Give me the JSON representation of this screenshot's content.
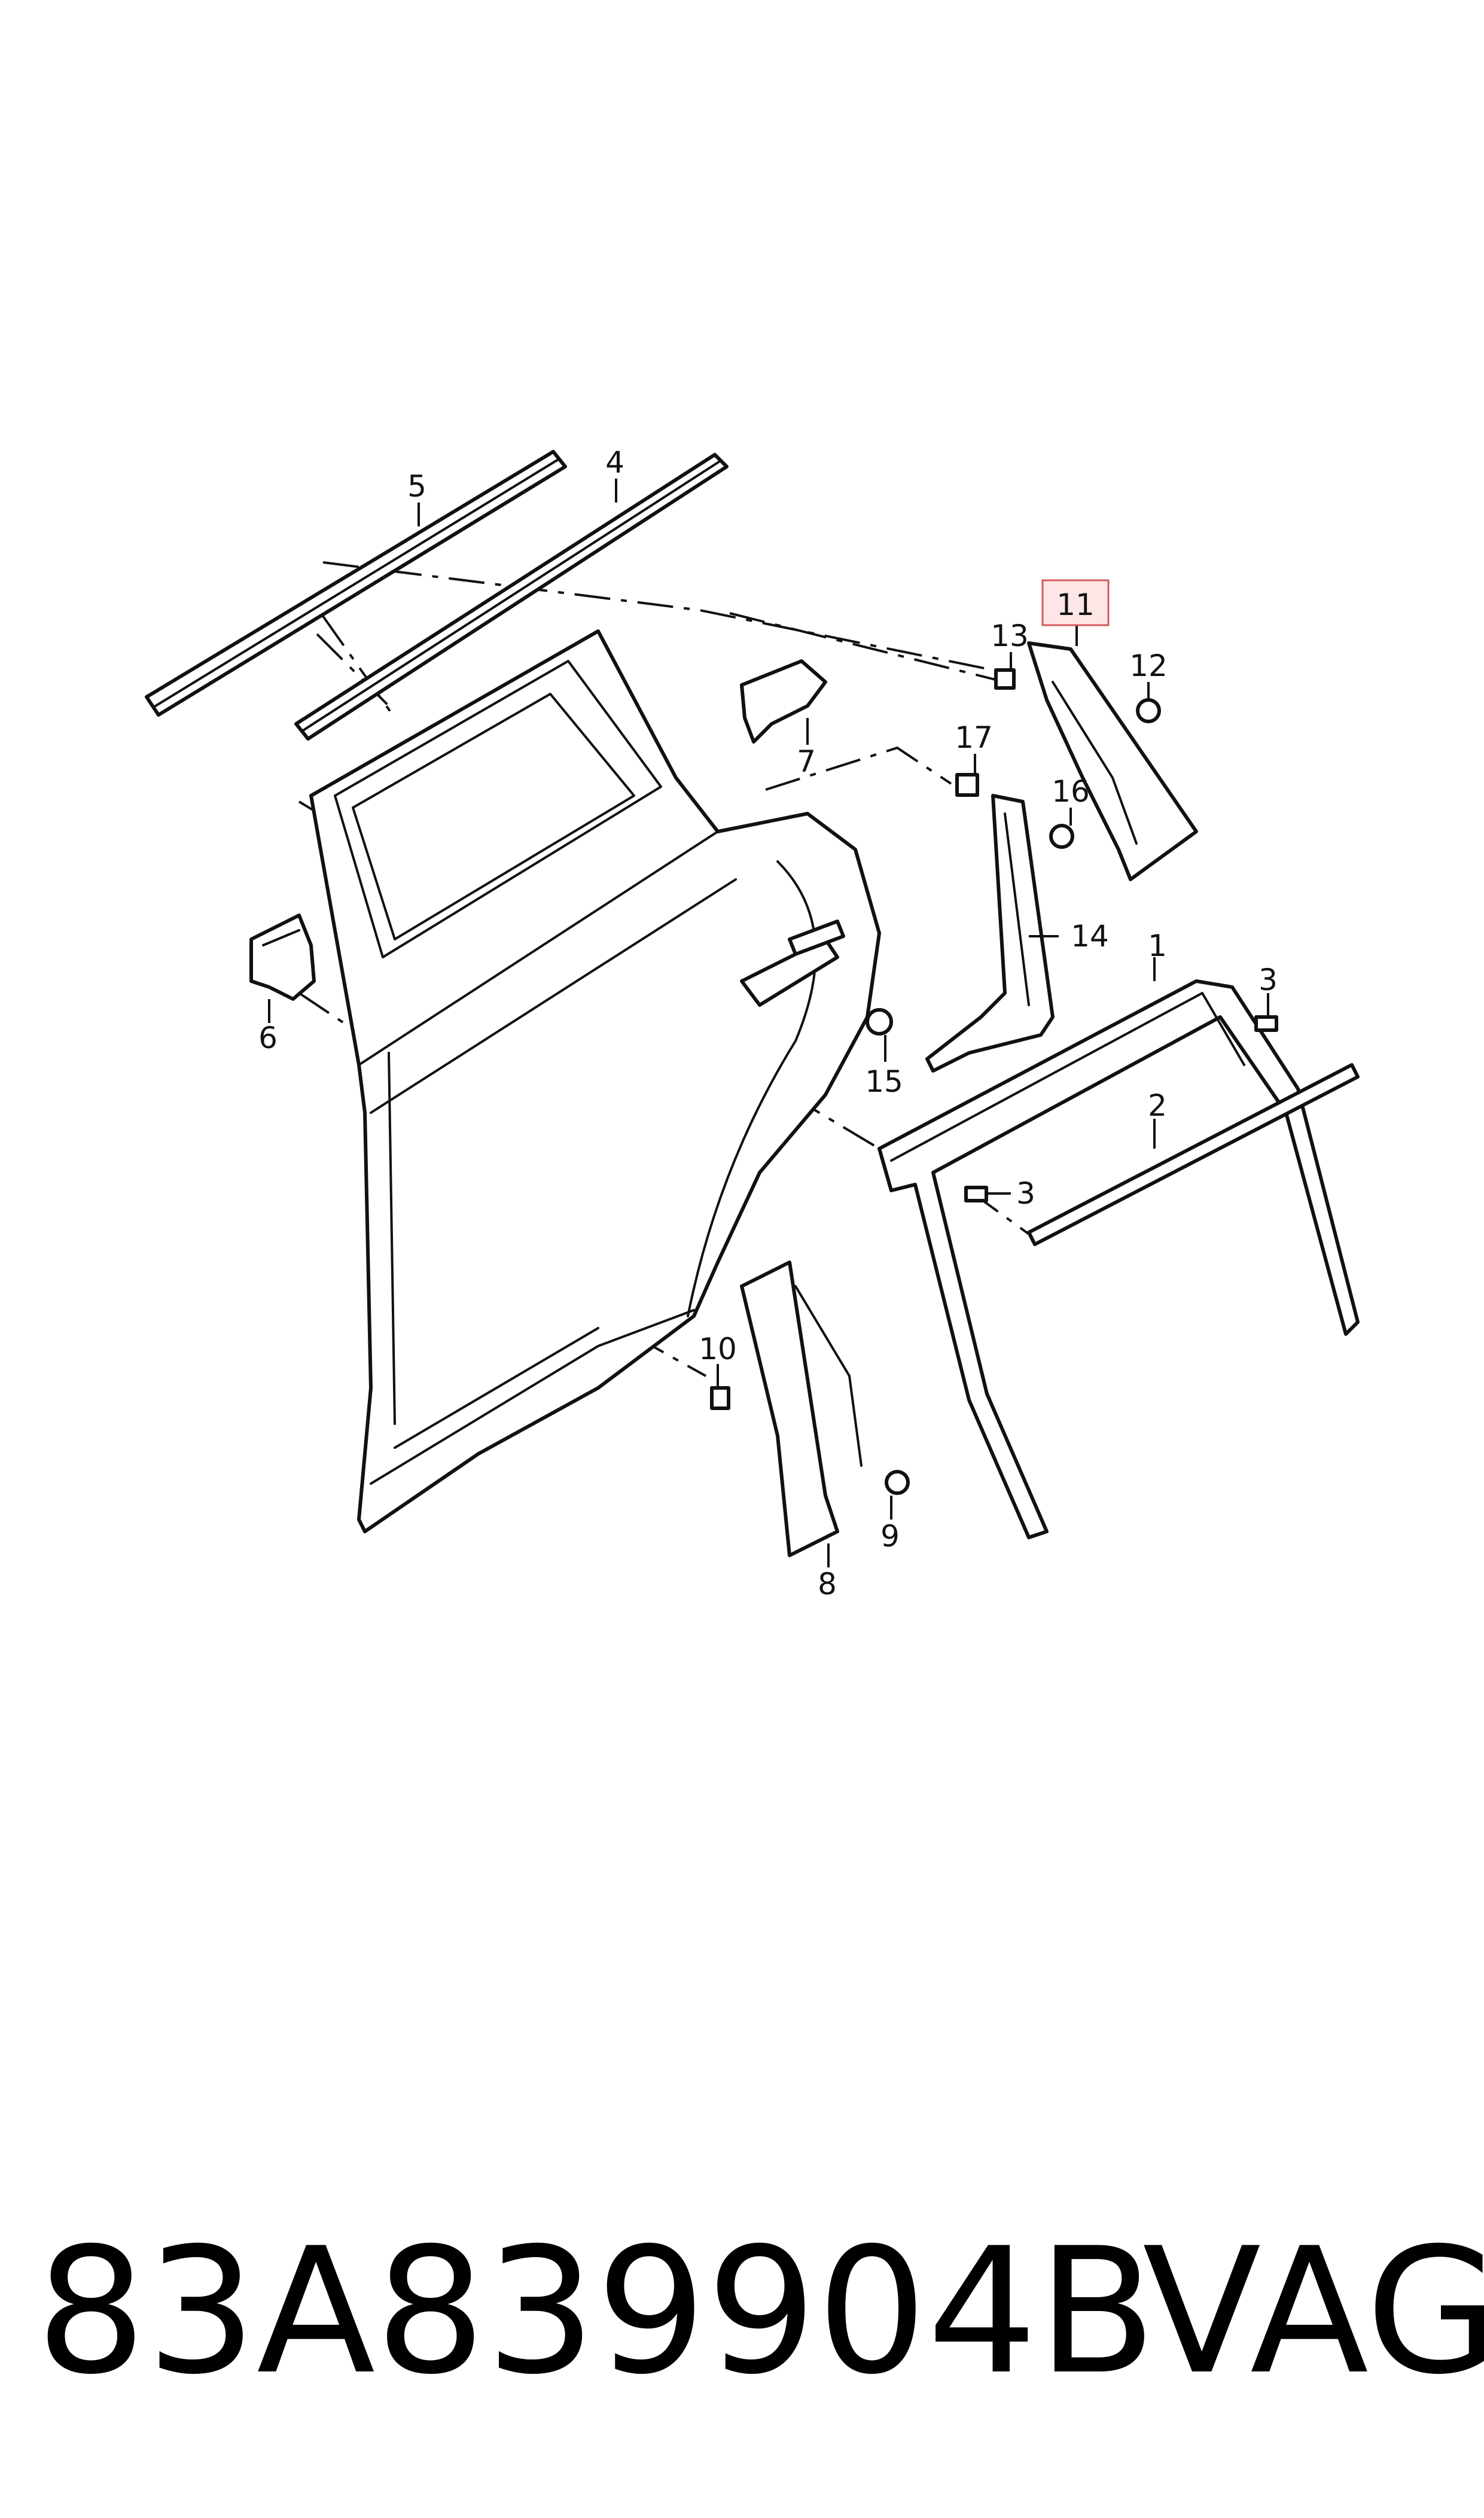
{
  "callouts": [
    "1",
    "2",
    "3",
    "3",
    "4",
    "5",
    "6",
    "7",
    "8",
    "9",
    "10",
    "11",
    "12",
    "13",
    "14",
    "15",
    "16",
    "17"
  ],
  "highlighted_callout": "11",
  "colors": {
    "line": "#111111",
    "highlight_fill": "#fde6e6",
    "highlight_border": "#d65a5a"
  },
  "part_number": "83A839904B",
  "brand": "VAG"
}
